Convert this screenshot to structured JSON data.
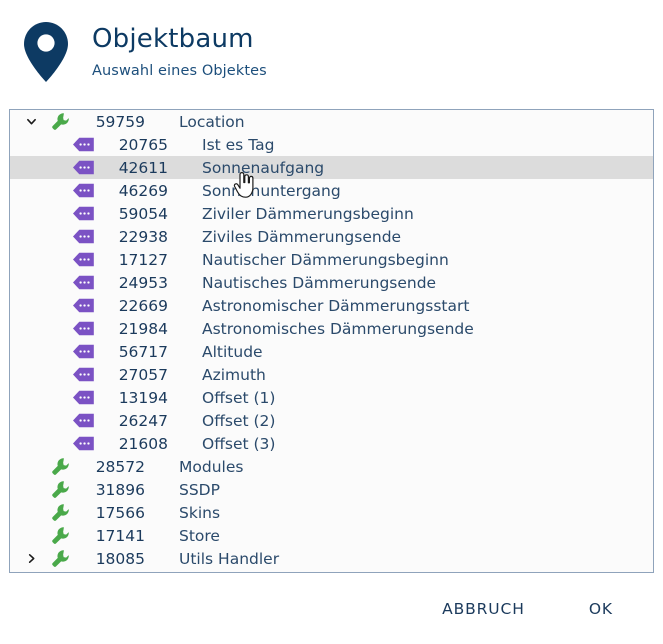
{
  "header": {
    "icon": "map-pin-icon",
    "title": "Objektbaum",
    "subtitle": "Auswahl eines Objektes"
  },
  "colors": {
    "accent_navy": "#0d3a63",
    "text_navy": "#1b3a5c",
    "label_blue": "#2b4a6b",
    "wrench_green": "#4aa94a",
    "tag_purple": "#7b52c4",
    "selection_gray": "#dcdcdc",
    "panel_border": "#8fa3bb",
    "panel_bg": "#fbfbfb"
  },
  "tree": {
    "rows": [
      {
        "id": "59759",
        "label": "Location",
        "icon": "wrench-icon",
        "level": 1,
        "twisty": "down",
        "selected": false
      },
      {
        "id": "20765",
        "label": "Ist es Tag",
        "icon": "tag-icon",
        "level": 2,
        "twisty": "none",
        "selected": false
      },
      {
        "id": "42611",
        "label": "Sonnenaufgang",
        "icon": "tag-icon",
        "level": 2,
        "twisty": "none",
        "selected": true
      },
      {
        "id": "46269",
        "label": "Sonnenuntergang",
        "icon": "tag-icon",
        "level": 2,
        "twisty": "none",
        "selected": false
      },
      {
        "id": "59054",
        "label": "Ziviler Dämmerungsbeginn",
        "icon": "tag-icon",
        "level": 2,
        "twisty": "none",
        "selected": false
      },
      {
        "id": "22938",
        "label": "Ziviles Dämmerungsende",
        "icon": "tag-icon",
        "level": 2,
        "twisty": "none",
        "selected": false
      },
      {
        "id": "17127",
        "label": "Nautischer Dämmerungsbeginn",
        "icon": "tag-icon",
        "level": 2,
        "twisty": "none",
        "selected": false
      },
      {
        "id": "24953",
        "label": "Nautisches Dämmerungsende",
        "icon": "tag-icon",
        "level": 2,
        "twisty": "none",
        "selected": false
      },
      {
        "id": "22669",
        "label": "Astronomischer Dämmerungsstart",
        "icon": "tag-icon",
        "level": 2,
        "twisty": "none",
        "selected": false
      },
      {
        "id": "21984",
        "label": "Astronomisches Dämmerungsende",
        "icon": "tag-icon",
        "level": 2,
        "twisty": "none",
        "selected": false
      },
      {
        "id": "56717",
        "label": "Altitude",
        "icon": "tag-icon",
        "level": 2,
        "twisty": "none",
        "selected": false
      },
      {
        "id": "27057",
        "label": "Azimuth",
        "icon": "tag-icon",
        "level": 2,
        "twisty": "none",
        "selected": false
      },
      {
        "id": "13194",
        "label": "Offset (1)",
        "icon": "tag-icon",
        "level": 2,
        "twisty": "none",
        "selected": false
      },
      {
        "id": "26247",
        "label": "Offset (2)",
        "icon": "tag-icon",
        "level": 2,
        "twisty": "none",
        "selected": false
      },
      {
        "id": "21608",
        "label": "Offset (3)",
        "icon": "tag-icon",
        "level": 2,
        "twisty": "none",
        "selected": false
      },
      {
        "id": "28572",
        "label": "Modules",
        "icon": "wrench-icon",
        "level": 1,
        "twisty": "none",
        "selected": false
      },
      {
        "id": "31896",
        "label": "SSDP",
        "icon": "wrench-icon",
        "level": 1,
        "twisty": "none",
        "selected": false
      },
      {
        "id": "17566",
        "label": "Skins",
        "icon": "wrench-icon",
        "level": 1,
        "twisty": "none",
        "selected": false
      },
      {
        "id": "17141",
        "label": "Store",
        "icon": "wrench-icon",
        "level": 1,
        "twisty": "none",
        "selected": false
      },
      {
        "id": "18085",
        "label": "Utils Handler",
        "icon": "wrench-icon",
        "level": 1,
        "twisty": "right",
        "selected": false
      }
    ]
  },
  "footer": {
    "cancel_label": "ABBRUCH",
    "ok_label": "OK"
  },
  "cursor": {
    "type": "pointing-hand-cursor"
  }
}
